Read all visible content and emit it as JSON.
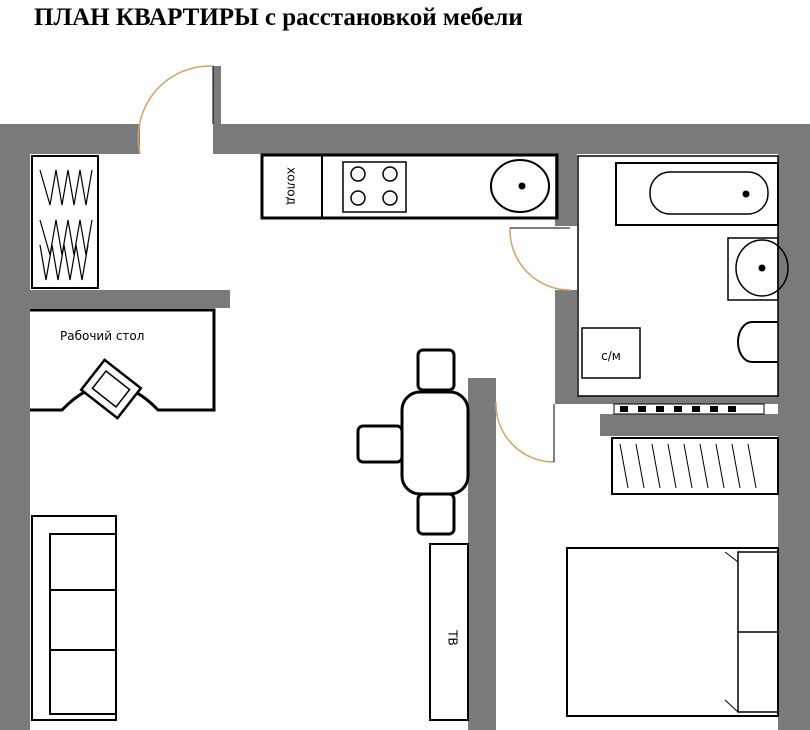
{
  "title": "ПЛАН КВАРТИРЫ с расстановкой мебели",
  "labels": {
    "fridge": "холод",
    "desk": "Рабочий стол",
    "wc": "с/м",
    "tv": "ТВ"
  },
  "colors": {
    "wall": "#7a7a7a",
    "line": "#000000",
    "door_arc": "#d8a060",
    "background": "#ffffff"
  }
}
